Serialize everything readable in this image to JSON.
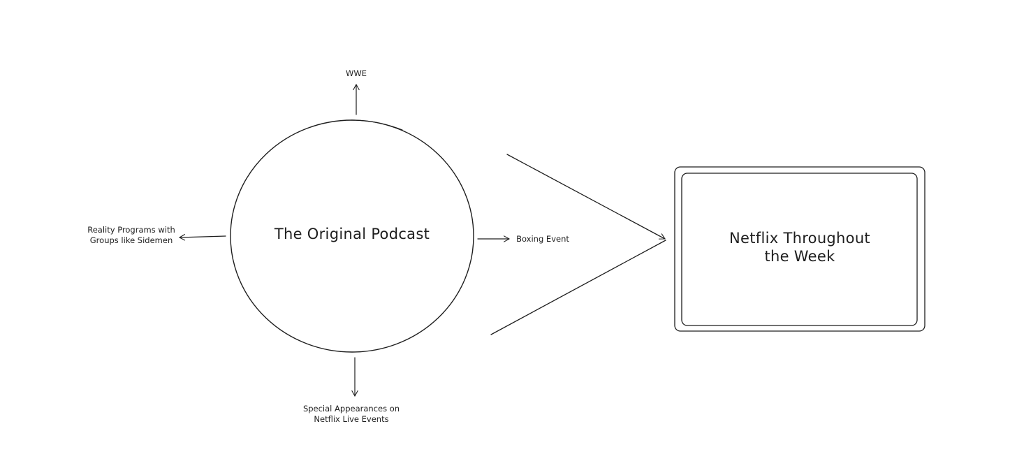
{
  "diagram": {
    "center_node": {
      "label": "The Original Podcast"
    },
    "target_node": {
      "label": "Netflix Throughout\nthe Week"
    },
    "branches": [
      {
        "id": "top",
        "label": "WWE"
      },
      {
        "id": "left",
        "label": "Reality Programs with\nGroups like Sidemen"
      },
      {
        "id": "right",
        "label": "Boxing Event"
      },
      {
        "id": "bottom",
        "label": "Special Appearances on\nNetflix Live Events"
      }
    ],
    "colors": {
      "stroke": "#1e1e1e",
      "background": "#ffffff"
    }
  }
}
